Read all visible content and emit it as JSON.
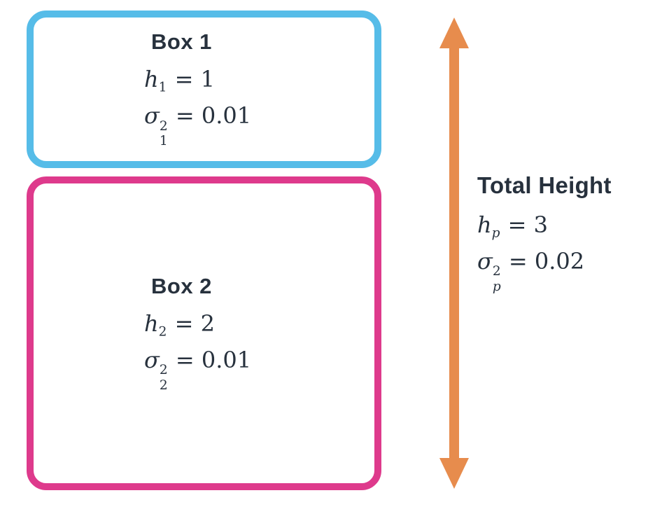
{
  "colors": {
    "box1_border": "#56BCE8",
    "box2_border": "#DE3A8C",
    "arrow": "#E78C4D",
    "text": "#27313D"
  },
  "box1": {
    "title": "Box 1",
    "eq_height": {
      "var": "h",
      "sub": "1",
      "rhs": "= 1"
    },
    "eq_variance": {
      "var": "σ",
      "sup": "2",
      "sub": "1",
      "rhs": "= 0.01"
    }
  },
  "box2": {
    "title": "Box 2",
    "eq_height": {
      "var": "h",
      "sub": "2",
      "rhs": "= 2"
    },
    "eq_variance": {
      "var": "σ",
      "sup": "2",
      "sub": "2",
      "rhs": "= 0.01"
    }
  },
  "total": {
    "title": "Total Height",
    "eq_height": {
      "var": "h",
      "sub": "p",
      "rhs": "= 3"
    },
    "eq_variance": {
      "var": "σ",
      "sup": "2",
      "sub": "p",
      "rhs": "= 0.02"
    }
  }
}
